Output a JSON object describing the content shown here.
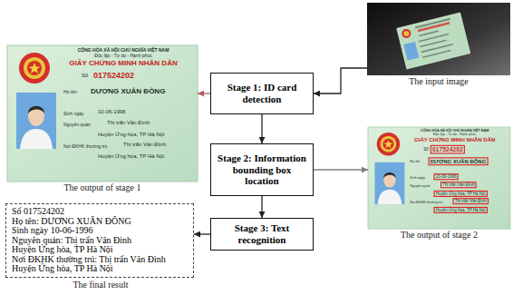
{
  "diagram": {
    "nodes": [
      {
        "text": [
          "The input image"
        ]
      },
      {
        "text": [
          "Stage 1: ID card detection"
        ]
      },
      {
        "text": [
          "The output of stage 1"
        ]
      },
      {
        "text": [
          "Stage 2: Information bounding box location"
        ]
      },
      {
        "text": [
          "The output of stage 2"
        ]
      },
      {
        "text": [
          "Stage 3: Text recognition"
        ]
      },
      {
        "text": [
          "Số 017524202",
          "Họ tên: DƯƠNG XUÂN ĐÔNG",
          "Sinh ngày 10-06-1996",
          "Nguyên quán: Thị trấn Vân Đình",
          "Huyện Ứng hòa, TP Hà Nội",
          "Nơi ĐKHK thường trú: Thị trấn Vân Đình",
          "Huyện Ứng hòa, TP Hà Nội",
          "The final result"
        ]
      }
    ],
    "edges": [
      {
        "from": 0,
        "to": 1,
        "arrow": "to"
      },
      {
        "from": 1,
        "to": 2,
        "arrow": "to"
      },
      {
        "from": 1,
        "to": 3,
        "arrow": "to"
      },
      {
        "from": 3,
        "to": 4,
        "arrow": "to"
      },
      {
        "from": 3,
        "to": 5,
        "arrow": "to"
      },
      {
        "from": 5,
        "to": 6,
        "arrow": "to"
      }
    ],
    "labels": [
      "CỘNG HÒA XÃ HỘI CHỦ NGHĨA VIỆT NAM",
      "Độc lập - Tự do - Hạnh phúc",
      "GIẤY CHỨNG MINH NHÂN DÂN",
      "Số",
      "017524202",
      "Họ tên",
      "DƯƠNG XUÂN ĐÔNG",
      "Sinh ngày",
      "10-06-1996",
      "Nguyên quán",
      "Thị trấn Vân Đình",
      "Huyện Ứng hòa, TP Hà Nội",
      "Nơi ĐKHK thường trú",
      "Thị trấn Vân Đình",
      "Huyện Ứng hòa, TP Hà Nội",
      "CỘNG HÒA XÃ HỘI CHỦ NGHĨA VIỆT NAM",
      "Độc lập - Tự do - Hạnh phúc",
      "GIẤY CHỨNG MINH NHÂN DÂN",
      "Số",
      "017524202",
      "Họ tên",
      "DƯƠNG XUÂN ĐÔNG",
      "Sinh ngày",
      "10-06-1996",
      "Nguyên quán",
      "Thị trấn Vân Đình",
      "Huyện Ứng hòa, TP Hà Nội",
      "Nơi ĐKHK thường trú",
      "Thị trấn Vân Đình",
      "Huyện Ứng hòa, TP Hà Nội"
    ]
  }
}
